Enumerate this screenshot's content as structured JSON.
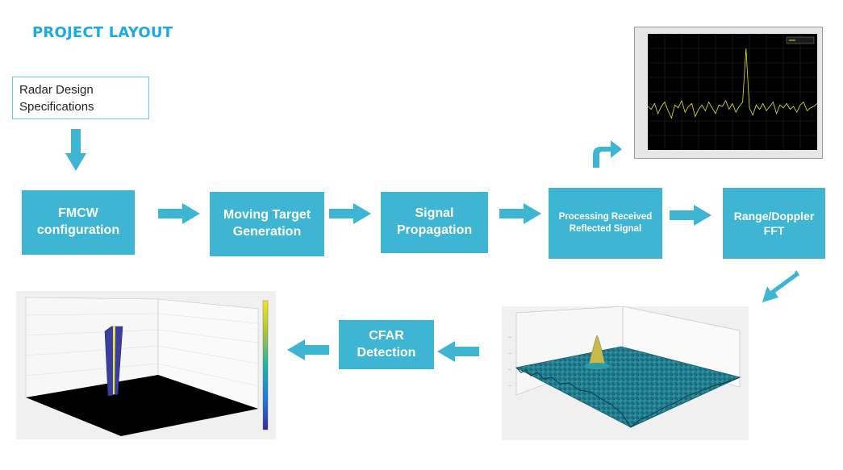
{
  "title": "PROJECT LAYOUT",
  "spec_box": {
    "line1": "Radar Design",
    "line2": "Specifications"
  },
  "blocks": {
    "fmcw": [
      "FMCW",
      "configuration"
    ],
    "moving": [
      "Moving Target",
      "Generation"
    ],
    "signal": [
      "Signal",
      "Propagation"
    ],
    "processing": [
      "Processing Received",
      "Reflected Signal"
    ],
    "rangedoppler": [
      "Range/Doppler",
      "FFT"
    ],
    "cfar": [
      "CFAR",
      "Detection"
    ]
  },
  "colors": {
    "block": "#3eb5d3",
    "arrow": "#3eb5d3",
    "title": "#1ea9e1",
    "spectrum_bg": "#000000",
    "spectrum_trace": "#e8e81e"
  },
  "chart_data": [
    {
      "type": "line",
      "x": [
        0,
        2,
        4,
        6,
        8,
        10,
        12,
        14,
        16,
        18,
        20,
        22,
        24,
        26,
        28,
        30,
        32,
        34,
        36,
        38,
        40,
        42,
        44,
        46,
        48,
        50,
        52,
        54,
        56,
        58,
        60,
        62,
        64,
        66,
        68,
        70,
        72,
        74,
        76,
        78,
        80,
        82,
        84,
        86,
        88,
        90,
        92,
        94,
        96,
        98,
        100
      ],
      "series": [
        {
          "values": [
            -50,
            -52,
            -48,
            -55,
            -50,
            -47,
            -53,
            -58,
            -49,
            -51,
            -46,
            -54,
            -50,
            -48,
            -57,
            -52,
            -49,
            -53,
            -47,
            -51,
            -55,
            -49,
            -50,
            -46,
            -52,
            -48,
            -54,
            -50,
            -47,
            -10,
            -51,
            -56,
            -49,
            -52,
            -48,
            -53,
            -50,
            -47,
            -55,
            -49,
            -51,
            -48,
            -52,
            -50,
            -54,
            -49,
            -47,
            -53,
            -51,
            -50,
            -48
          ]
        }
      ],
      "ylim": [
        -80,
        0
      ]
    }
  ]
}
